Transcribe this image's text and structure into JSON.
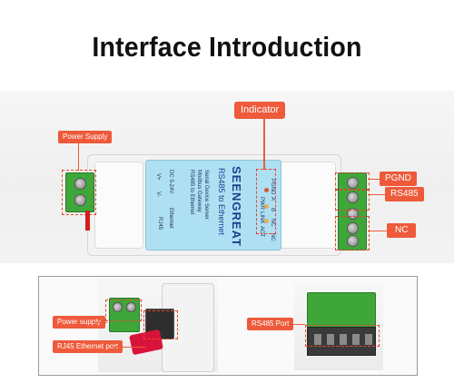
{
  "title": "Interface Introduction",
  "callouts": {
    "power_supply": "Power Supply",
    "indicator": "Indicator",
    "pgnd": "PGND",
    "rs485": "RS485",
    "nc": "NC",
    "power_supply_bottom": "Power supply",
    "rj45_port": "RJ45 Ethernet port",
    "rs485_port": "RS485 Port"
  },
  "device": {
    "brand": "SEENGREAT",
    "model": "RS485 to Ethernet",
    "description": [
      "Serial Device Server",
      "Modbus Gateway",
      "RS485 to Ethernet"
    ],
    "power_label": "DC 5-24V",
    "power_pins": [
      "V+",
      "V-"
    ],
    "ethernet_label": "Ethernet",
    "rj45_label": "RJ45",
    "indicator_labels": [
      "PWR",
      "LINK",
      "ACT"
    ],
    "terminal_labels": [
      "PGND",
      "A",
      "B",
      "NC",
      "NC"
    ]
  },
  "colors": {
    "accent": "#ee5a3a",
    "device_blue": "#aee0f4",
    "terminal_green": "#3fa63a"
  }
}
